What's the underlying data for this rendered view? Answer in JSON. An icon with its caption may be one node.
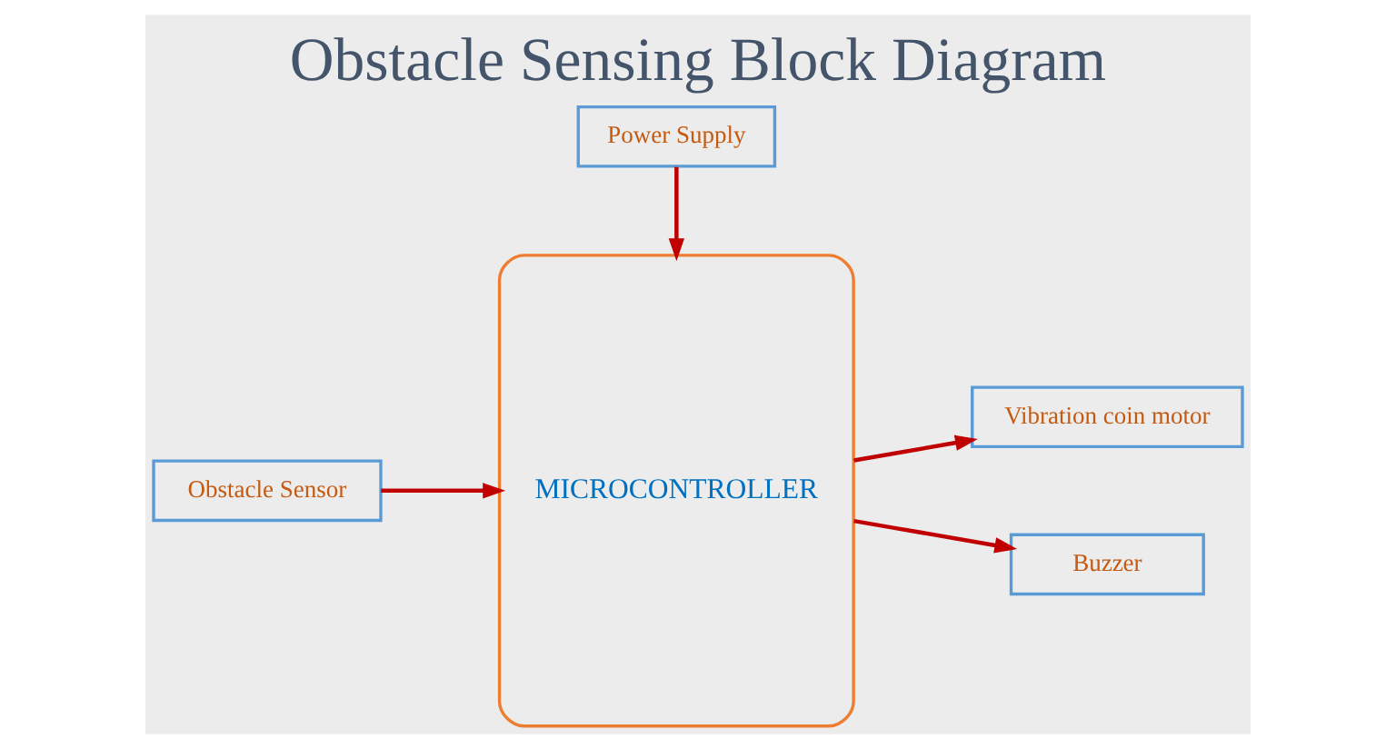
{
  "diagram": {
    "title": "Obstacle Sensing Block Diagram",
    "nodes": [
      {
        "text": [
          "Obstacle Sensor"
        ]
      },
      {
        "text": [
          "MICROCONTROLLER"
        ]
      },
      {
        "text": [
          "Vibration coin motor"
        ]
      },
      {
        "text": [
          "Buzzer"
        ]
      },
      {
        "text": [
          "Power Supply"
        ]
      }
    ],
    "edges": [
      {
        "from": 0,
        "to": 1,
        "arrow": "to"
      },
      {
        "from": 1,
        "to": 2,
        "arrow": "to"
      },
      {
        "from": 1,
        "to": 3,
        "arrow": "to"
      },
      {
        "from": 4,
        "to": 1,
        "arrow": "to"
      }
    ]
  }
}
